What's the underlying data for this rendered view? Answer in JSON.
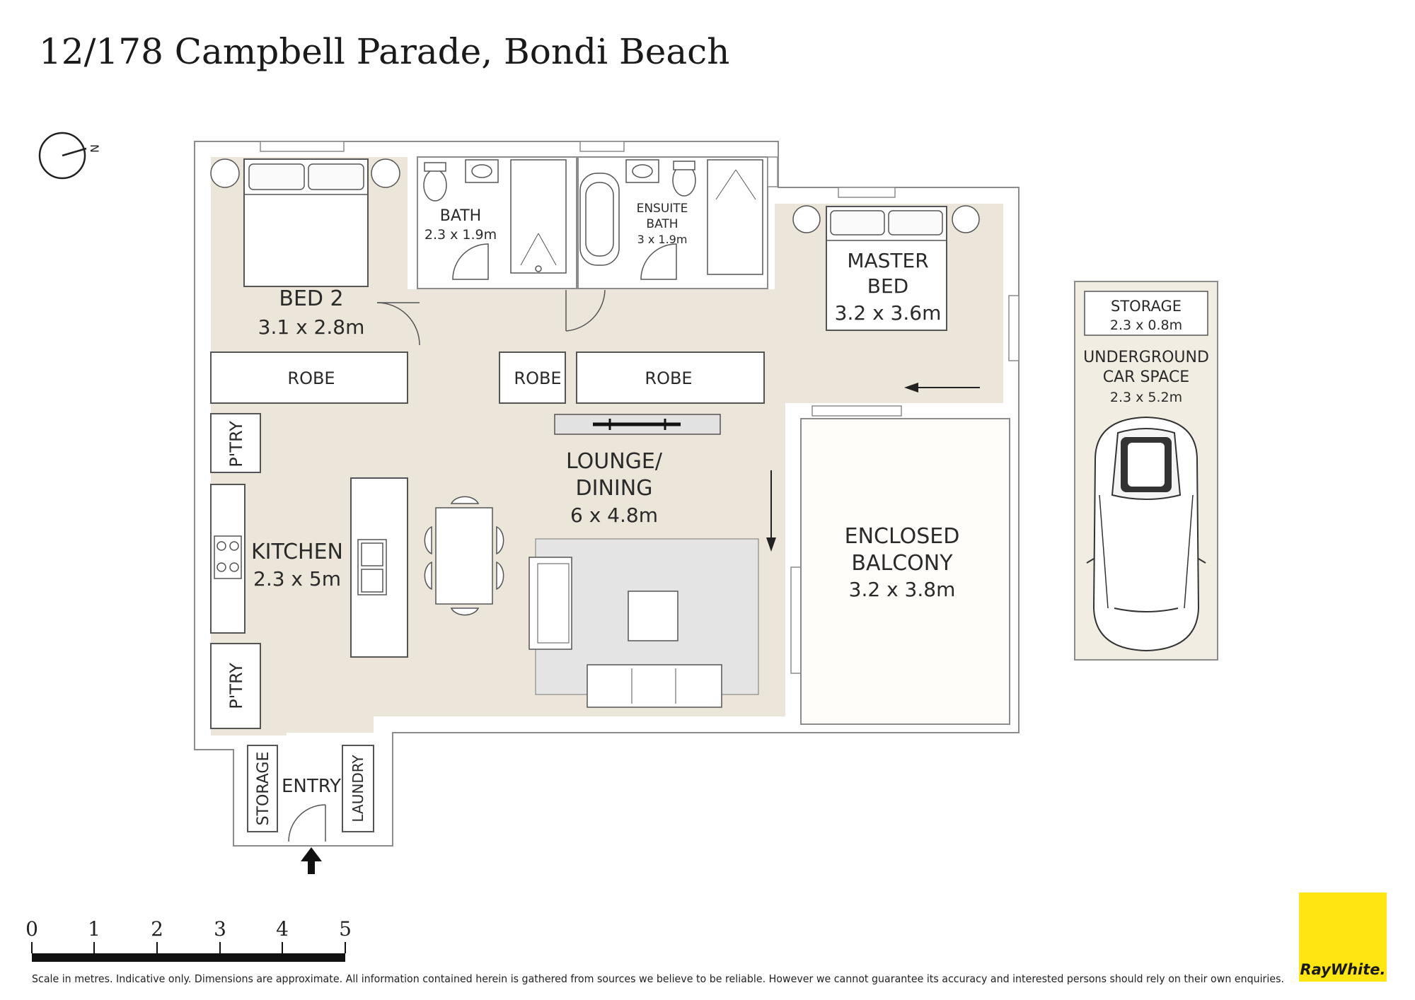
{
  "title": "12/178 Campbell Parade, Bondi Beach",
  "compass": {
    "label": "N"
  },
  "rooms": {
    "bed2": {
      "name": "BED 2",
      "size": "3.1 x 2.8m"
    },
    "bath": {
      "name": "BATH",
      "size": "2.3 x 1.9m"
    },
    "ensuite": {
      "name": "ENSUITE",
      "name2": "BATH",
      "size": "3 x 1.9m"
    },
    "master": {
      "name": "MASTER",
      "name2": "BED",
      "size": "3.2 x 3.6m"
    },
    "robe1": {
      "name": "ROBE"
    },
    "robe2": {
      "name": "ROBE"
    },
    "robe3": {
      "name": "ROBE"
    },
    "pantry1": {
      "name": "P'TRY"
    },
    "pantry2": {
      "name": "P'TRY"
    },
    "lounge": {
      "name": "LOUNGE/",
      "name2": "DINING",
      "size": "6 x 4.8m"
    },
    "kitchen": {
      "name": "KITCHEN",
      "size": "2.3 x 5m"
    },
    "balcony": {
      "name": "ENCLOSED",
      "name2": "BALCONY",
      "size": "3.2 x 3.8m"
    },
    "storage": {
      "name": "STORAGE"
    },
    "laundry": {
      "name": "LAUNDRY"
    },
    "entry": {
      "name": "ENTRY"
    },
    "garage_storage": {
      "name": "STORAGE",
      "size": "2.3 x 0.8m"
    },
    "car": {
      "name": "UNDERGROUND",
      "name2": "CAR SPACE",
      "size": "2.3 x 5.2m"
    }
  },
  "scale": {
    "ticks": [
      "0",
      "1",
      "2",
      "3",
      "4",
      "5"
    ]
  },
  "disclaimer": "Scale in metres. Indicative only. Dimensions are approximate. All information contained herein is gathered from sources we believe to be reliable. However we cannot guarantee its accuracy and interested persons should rely on their own enquiries.",
  "brand": {
    "name": "RayWhite.",
    "color": "#ffe512"
  },
  "colors": {
    "floor": "#ece5d9",
    "wall": "#9b9b9b",
    "rug": "#e4e4e4"
  }
}
